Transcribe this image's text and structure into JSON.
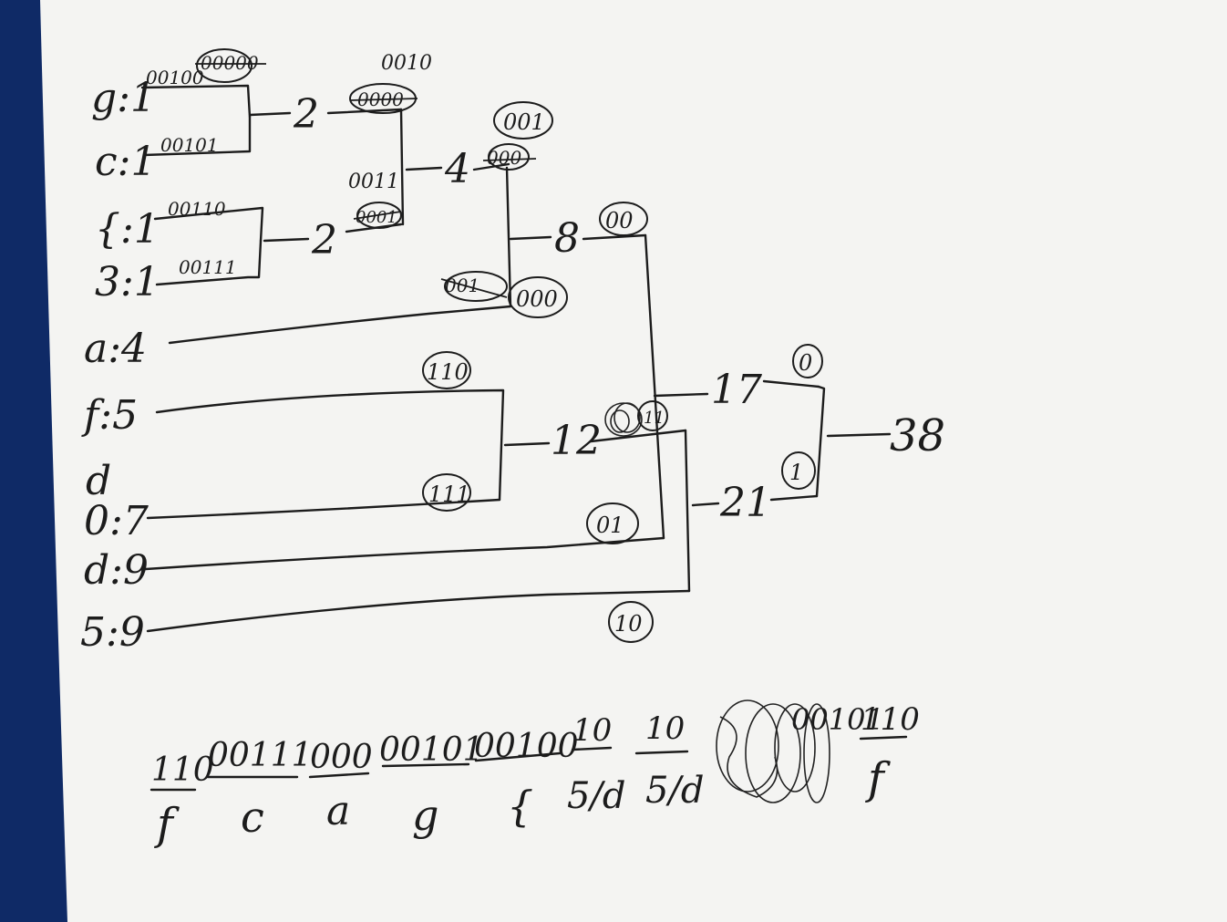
{
  "colors": {
    "paper": "#f4f4f2",
    "ink": "#1c1c1c",
    "backdrop": "#0f2a66"
  },
  "leaves": [
    {
      "id": "g",
      "label": "g:1",
      "code": "00100",
      "struck": "00000"
    },
    {
      "id": "c",
      "label": "c:1",
      "code": "00101"
    },
    {
      "id": "brace",
      "label": "{:1",
      "code": "00110"
    },
    {
      "id": "three",
      "label": "3:1",
      "code": "00111"
    },
    {
      "id": "a",
      "label": "a:4"
    },
    {
      "id": "f",
      "label": "f:5"
    },
    {
      "id": "scrawl",
      "label": "d"
    },
    {
      "id": "o",
      "label": "0:7"
    },
    {
      "id": "d",
      "label": "d:9"
    },
    {
      "id": "five",
      "label": "5:9"
    }
  ],
  "nodes": [
    {
      "id": "n2a",
      "weight": "2",
      "code": "0010",
      "struck": "0000"
    },
    {
      "id": "n2b",
      "weight": "2",
      "code": "0011",
      "struck": "0001"
    },
    {
      "id": "n4",
      "weight": "4",
      "code": "001",
      "struck": "000"
    },
    {
      "id": "n8",
      "weight": "8",
      "code": "00"
    },
    {
      "id": "n12",
      "weight": "12",
      "code": "11"
    },
    {
      "id": "n17",
      "weight": "17",
      "code": "0"
    },
    {
      "id": "n21",
      "weight": "21",
      "code": "1"
    },
    {
      "id": "root",
      "weight": "38"
    }
  ],
  "edge_codes": {
    "a_code": "000",
    "a_struck": "001",
    "f_code": "110",
    "o_code": "111",
    "d_code": "01",
    "five_code": "10"
  },
  "decode": [
    {
      "bits": "110",
      "symbol": "f"
    },
    {
      "bits": "00111",
      "symbol": "c"
    },
    {
      "bits": "000",
      "symbol": "a"
    },
    {
      "bits": "00101",
      "symbol": "g"
    },
    {
      "bits": "00100",
      "symbol": "{"
    },
    {
      "bits": "10",
      "symbol": "5/d"
    },
    {
      "bits": "10",
      "symbol": "5/d"
    },
    {
      "bits": "",
      "symbol": ""
    },
    {
      "bits": "00101",
      "symbol": ""
    },
    {
      "bits": "110",
      "symbol": "f"
    }
  ]
}
